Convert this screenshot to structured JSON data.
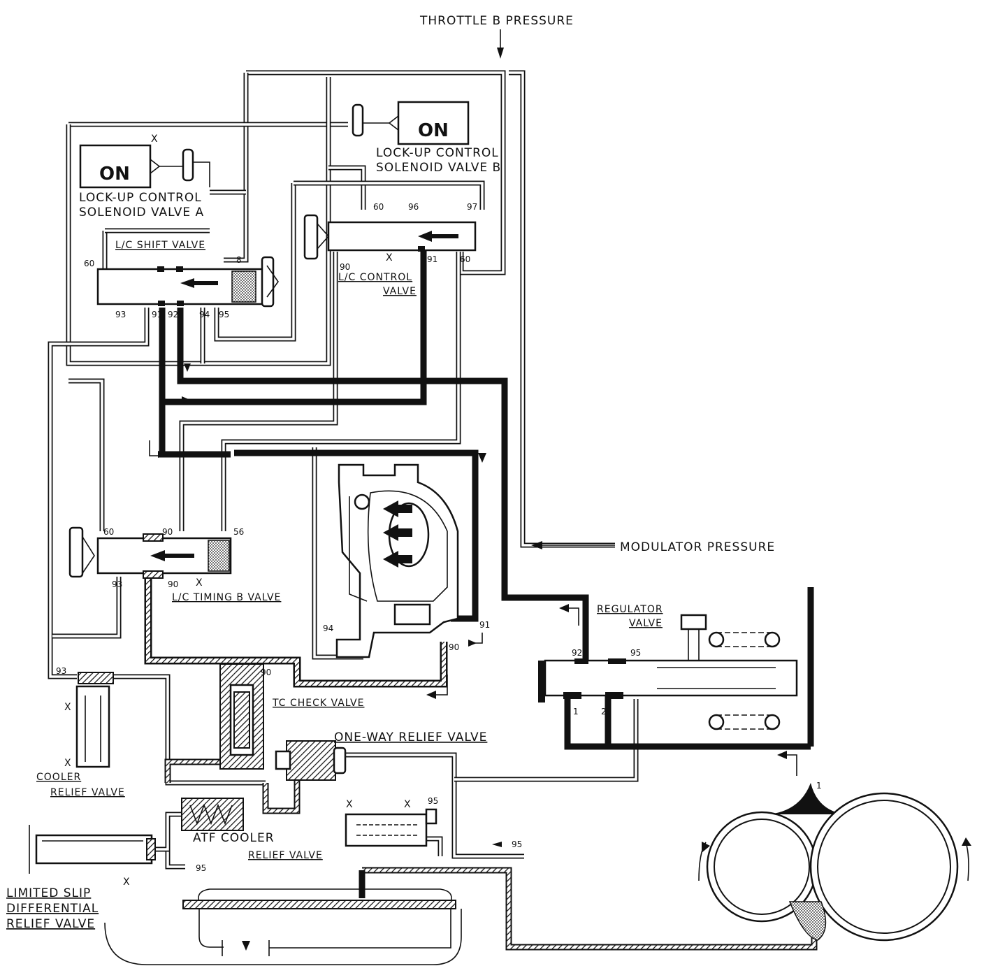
{
  "labels": {
    "throttle_b_pressure": "THROTTLE B PRESSURE",
    "modulator_pressure": "MODULATOR PRESSURE",
    "solenoid_a_state": "ON",
    "solenoid_a_line1": "LOCK-UP CONTROL",
    "solenoid_a_line2": "SOLENOID VALVE A",
    "solenoid_b_state": "ON",
    "solenoid_b_line1": "LOCK-UP CONTROL",
    "solenoid_b_line2": "SOLENOID VALVE B",
    "lc_shift_valve": "L/C SHIFT VALVE",
    "lc_control_line1": "L/C CONTROL",
    "lc_control_line2": "VALVE",
    "lc_timing_b_valve": "L/C TIMING B VALVE",
    "regulator_line1": "REGULATOR",
    "regulator_line2": "VALVE",
    "tc_check_valve": "TC CHECK VALVE",
    "one_way_relief_valve": "ONE-WAY RELIEF VALVE",
    "atf_cooler": "ATF COOLER",
    "relief_valve": "RELIEF VALVE",
    "cooler_line1": "COOLER",
    "cooler_line2": "RELIEF VALVE",
    "lsd_line1": "LIMITED SLIP",
    "lsd_line2": "DIFFERENTIAL",
    "lsd_line3": "RELIEF VALVE"
  },
  "port_numbers": {
    "n60_a": "60",
    "n8": "8",
    "n93_a": "93",
    "n91_a": "91",
    "n92_a": "92",
    "n94_a": "94",
    "n95_a": "95",
    "n60_b": "60",
    "n96": "96",
    "n97": "97",
    "n90_b": "90",
    "n91_b": "91",
    "n60_c": "60",
    "n60_d": "60",
    "n90_d": "90",
    "n56": "56",
    "n93_d": "93",
    "n90_e": "90",
    "n94_f": "94",
    "n91_f": "91",
    "n90_f": "90",
    "n92_r": "92",
    "n95_r": "95",
    "n1_r": "1",
    "n2_r": "2",
    "n93_c": "93",
    "n90_t": "90",
    "n95_v": "95",
    "n95_w": "95",
    "n95_atf": "95",
    "n1_p": "1"
  },
  "markers": {
    "x1": "X",
    "x2": "X",
    "x3": "X",
    "x4": "X",
    "x5": "X",
    "x6": "X",
    "x7": "X",
    "x8": "X"
  }
}
